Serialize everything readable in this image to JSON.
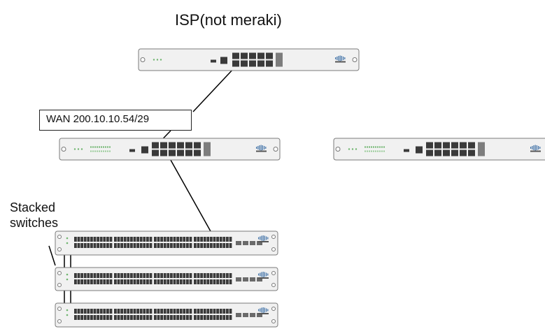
{
  "diagram": {
    "title": "ISP(not meraki)",
    "wan_label": "WAN 200.10.10.54/29",
    "stacked_label": "Stacked switches"
  },
  "devices": {
    "isp_router": "isp-router",
    "primary_appliance": "primary-appliance",
    "secondary_appliance": "secondary-appliance",
    "switches": [
      "switch-1",
      "switch-2",
      "switch-3"
    ]
  },
  "colors": {
    "chassis": "#f1f1f1",
    "port": "#3a3a3a",
    "line": "#000000",
    "led": "#6fb56f"
  }
}
